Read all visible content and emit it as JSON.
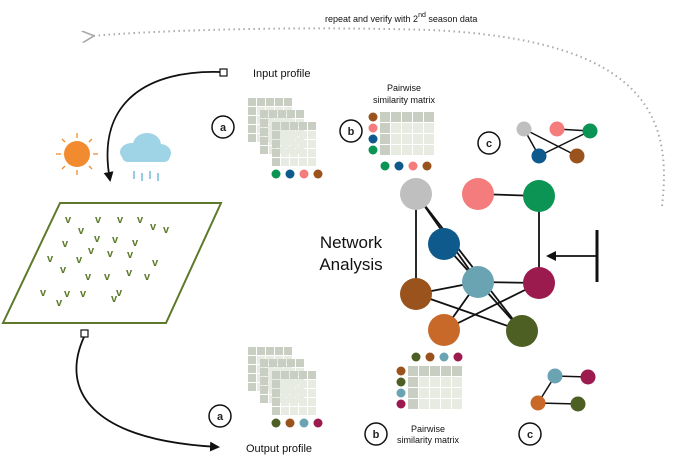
{
  "labels": {
    "repeat_prefix": "repeat and verify with 2",
    "repeat_sup": "nd",
    "repeat_suffix": " season data",
    "input_profile": "Input profile",
    "output_profile": "Output profile",
    "pairwise_top_1": "Pairwise",
    "pairwise_top_2": "similarity matrix",
    "pairwise_bottom_1": "Pairwise",
    "pairwise_bottom_2": "similarity matrix",
    "network_1": "Network",
    "network_2": "Analysis",
    "badge_a_top": "a",
    "badge_b_top": "b",
    "badge_c_top": "c",
    "badge_a_bottom": "a",
    "badge_b_bottom": "b",
    "badge_c_bottom": "c",
    "plants": [
      "v",
      "v",
      "v",
      "v",
      "v",
      "v",
      "v",
      "v",
      "v",
      "v",
      "v",
      "v",
      "v",
      "v",
      "v",
      "v",
      "v",
      "v",
      "v",
      "v",
      "v",
      "v",
      "v",
      "v",
      "v",
      "v",
      "v",
      "v"
    ]
  },
  "colors": {
    "gray": "#bfbfbf",
    "pink": "#f47c7c",
    "green": "#0b9454",
    "blue": "#0f5a8c",
    "brown": "#9a531d",
    "teal": "#6aa4b3",
    "magenta": "#9b1b4f",
    "orange": "#c8692a",
    "olive": "#4e5f24",
    "field": "#5c7a2a",
    "sun": "#f28b30",
    "cloud": "#9fd3e6",
    "grid_light": "#e7ebe2",
    "grid_dark": "#c9ceC2"
  }
}
